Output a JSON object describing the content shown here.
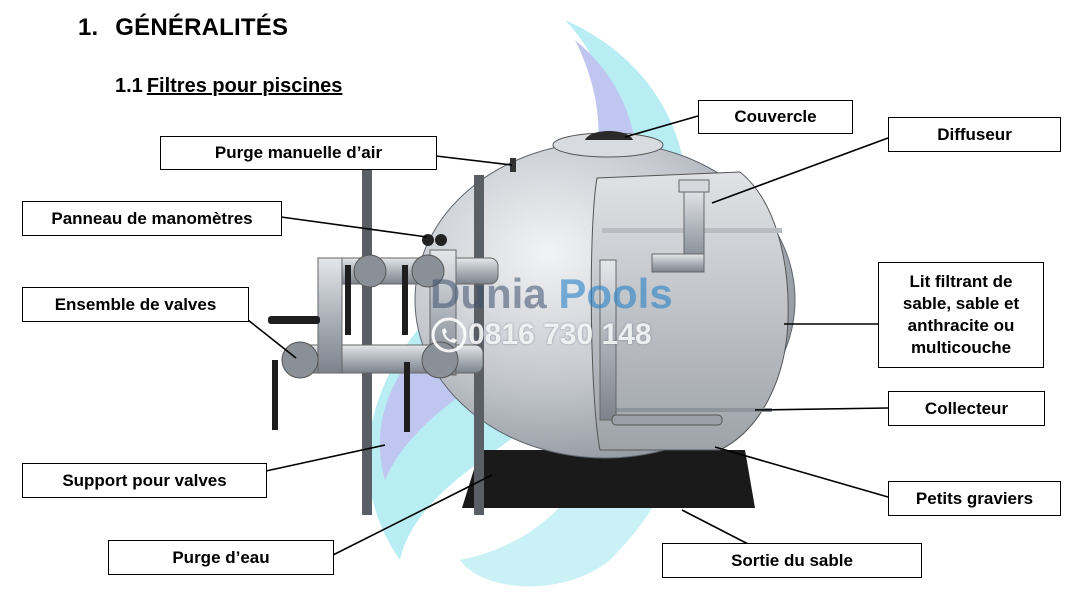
{
  "heading": {
    "number": "1.",
    "title": "GÉNÉRALITÉS"
  },
  "subheading": {
    "number": "1.1",
    "title": "Filtres pour piscines"
  },
  "labels": {
    "couvercle": "Couvercle",
    "purge_air": "Purge manuelle d’air",
    "diffuseur": "Diffuseur",
    "manometres": "Panneau de manomètres",
    "valves": "Ensemble de valves",
    "lit_filtrant": "Lit filtrant de sable, sable et anthracite ou multicouche",
    "collecteur": "Collecteur",
    "support_valves": "Support pour valves",
    "petits_graviers": "Petits graviers",
    "purge_eau": "Purge d’eau",
    "sortie_sable": "Sortie du sable"
  },
  "watermark": {
    "brand_part1": "Dunia ",
    "brand_part2": "Pools",
    "phone": "0816 730 148"
  },
  "colors": {
    "tank": "#c9ccd1",
    "pipe": "#aab0b8",
    "base": "#1a1a1a",
    "swirl_cyan": "#9fe6ee",
    "swirl_blue": "#8fa0e6"
  }
}
